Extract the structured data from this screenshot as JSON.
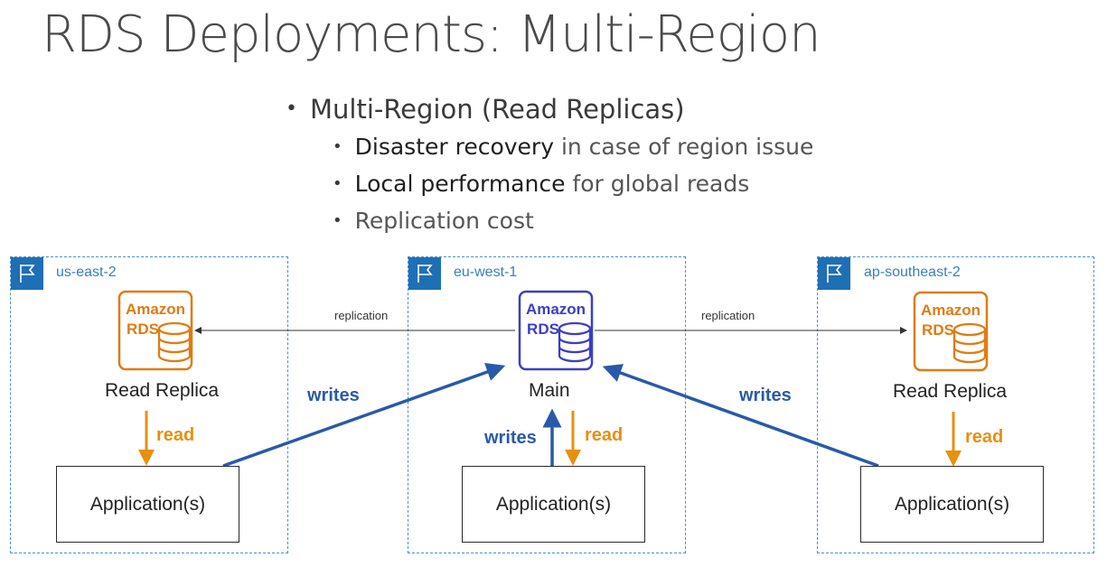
{
  "title": "RDS Deployments: Multi-Region",
  "bullets": {
    "main": "Multi-Region (Read Replicas)",
    "sub": [
      {
        "strong": "Disaster recovery",
        "rest": " in case of region issue"
      },
      {
        "strong": "Local performance",
        "rest": " for global reads"
      },
      {
        "strong": "",
        "rest": "Replication cost"
      }
    ]
  },
  "regions": {
    "left": "us-east-2",
    "center": "eu-west-1",
    "right": "ap-southeast-2"
  },
  "rds_icon": {
    "line1": "Amazon",
    "line2": "RDS",
    "icon": "database-icon"
  },
  "nodes": {
    "left_db": "Read Replica",
    "center_db": "Main",
    "right_db": "Read Replica",
    "left_app": "Application(s)",
    "center_app": "Application(s)",
    "right_app": "Application(s)"
  },
  "edges": {
    "replication_left": "replication",
    "replication_right": "replication",
    "writes_left": "writes",
    "writes_center": "writes",
    "writes_right": "writes",
    "read_left": "read",
    "read_center": "read",
    "read_right": "read"
  },
  "colors": {
    "replica_orange": "#e07b12",
    "main_purple": "#3b3fc4",
    "writes_blue": "#2a59a8",
    "read_orange": "#e6900f",
    "region_blue": "#1f6fb5"
  }
}
